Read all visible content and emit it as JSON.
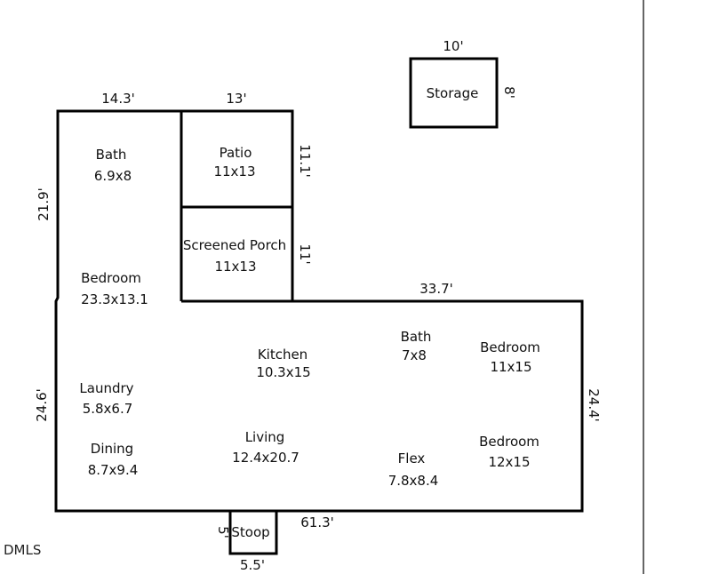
{
  "rooms": {
    "bath_upper": {
      "name": "Bath",
      "size": "6.9x8"
    },
    "patio": {
      "name": "Patio",
      "size": "11x13"
    },
    "screened_porch": {
      "name": "Screened Porch",
      "size": "11x13"
    },
    "storage": {
      "name": "Storage"
    },
    "bedroom_left": {
      "name": "Bedroom",
      "size": "23.3x13.1"
    },
    "kitchen": {
      "name": "Kitchen",
      "size": "10.3x15"
    },
    "bath_right": {
      "name": "Bath",
      "size": "7x8"
    },
    "bedroom_right_top": {
      "name": "Bedroom",
      "size": "11x15"
    },
    "laundry": {
      "name": "Laundry",
      "size": "5.8x6.7"
    },
    "dining": {
      "name": "Dining",
      "size": "8.7x9.4"
    },
    "living": {
      "name": "Living",
      "size": "12.4x20.7"
    },
    "flex": {
      "name": "Flex",
      "size": "7.8x8.4"
    },
    "bedroom_right_bottom": {
      "name": "Bedroom",
      "size": "12x15"
    },
    "stoop": {
      "name": "Stoop"
    }
  },
  "dimensions": {
    "storage_width": "10'",
    "storage_depth": "8'",
    "top_left_width": "14.3'",
    "patio_width": "13'",
    "patio_depth": "11.1'",
    "porch_depth": "11'",
    "left_upper_height": "21.9'",
    "main_upper_width": "33.7'",
    "left_lower_height": "24.6'",
    "right_height": "24.4'",
    "stoop_depth": "5'",
    "stoop_width": "5.5'",
    "bottom_width": "61.3'"
  },
  "watermark": "DMLS"
}
